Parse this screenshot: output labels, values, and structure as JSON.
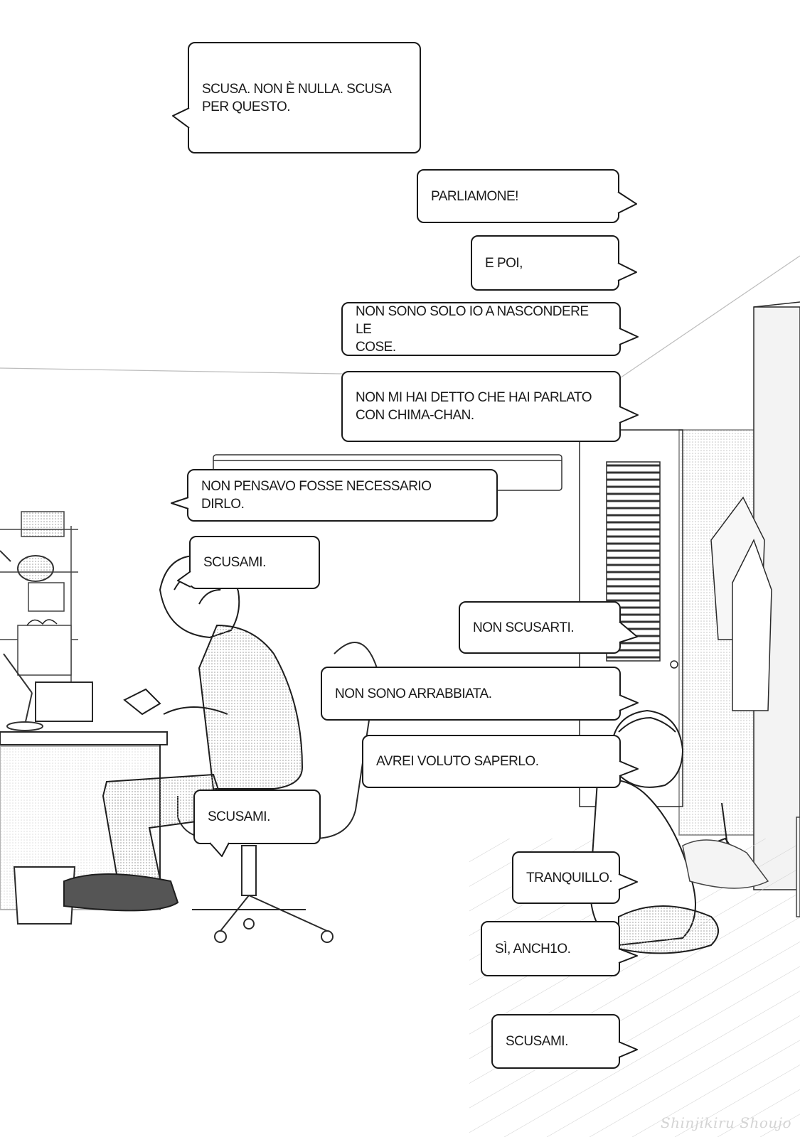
{
  "dialogue": [
    {
      "id": "b1",
      "text": "SCUSA. NON È NULLA. SCUSA\nPER QUESTO."
    },
    {
      "id": "b2",
      "text": "PARLIAMONE!"
    },
    {
      "id": "b3",
      "text": "E POI,"
    },
    {
      "id": "b4",
      "text": "NON SONO SOLO IO A NASCONDERE LE\nCOSE."
    },
    {
      "id": "b5",
      "text": "NON MI HAI DETTO CHE HAI PARLATO\nCON CHIMA-CHAN."
    },
    {
      "id": "b6",
      "text": "NON PENSAVO FOSSE NECESSARIO\nDIRLO."
    },
    {
      "id": "b7",
      "text": "SCUSAMI."
    },
    {
      "id": "b8",
      "text": "NON SCUSARTI."
    },
    {
      "id": "b9",
      "text": "NON SONO ARRABBIATA."
    },
    {
      "id": "b10",
      "text": "AVREI VOLUTO SAPERLO."
    },
    {
      "id": "b11",
      "text": "SCUSAMI."
    },
    {
      "id": "b12",
      "text": "TRANQUILLO."
    },
    {
      "id": "b13",
      "text": "SÌ, ANCH1O."
    },
    {
      "id": "b14",
      "text": "SCUSAMI."
    }
  ],
  "watermark": "Shinjikiru Shoujo"
}
